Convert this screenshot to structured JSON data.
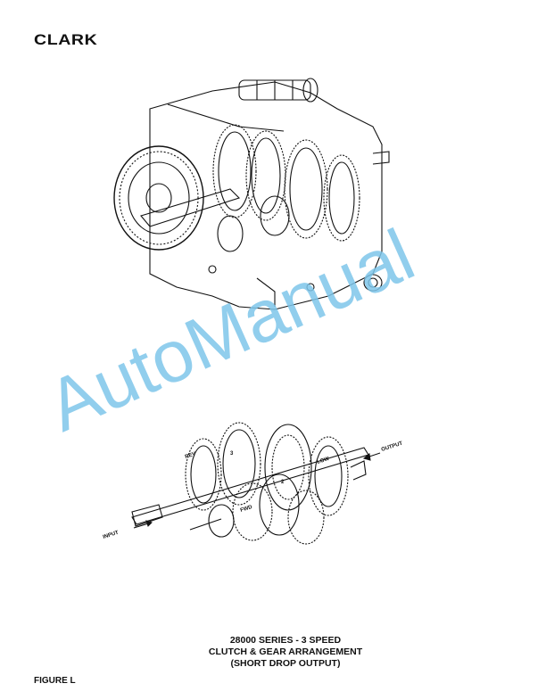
{
  "brand": {
    "logo_text": "CLARK"
  },
  "top_figure": {
    "icon": "transmission-assembly-illustration"
  },
  "bottom_figure": {
    "icon": "clutch-gear-arrangement-illustration",
    "labels": {
      "rev": "REV",
      "fwd": "FWD",
      "low": "LOW",
      "input": "INPUT",
      "output": "OUTPUT",
      "three": "3",
      "two": "2"
    }
  },
  "caption": {
    "line1": "28000 SERIES - 3 SPEED",
    "line2": "CLUTCH & GEAR ARRANGEMENT",
    "line3": "(SHORT DROP OUTPUT)"
  },
  "figure_label": "FIGURE L",
  "watermark": {
    "text": "AutoManual",
    "color": "#7ec6ea"
  }
}
